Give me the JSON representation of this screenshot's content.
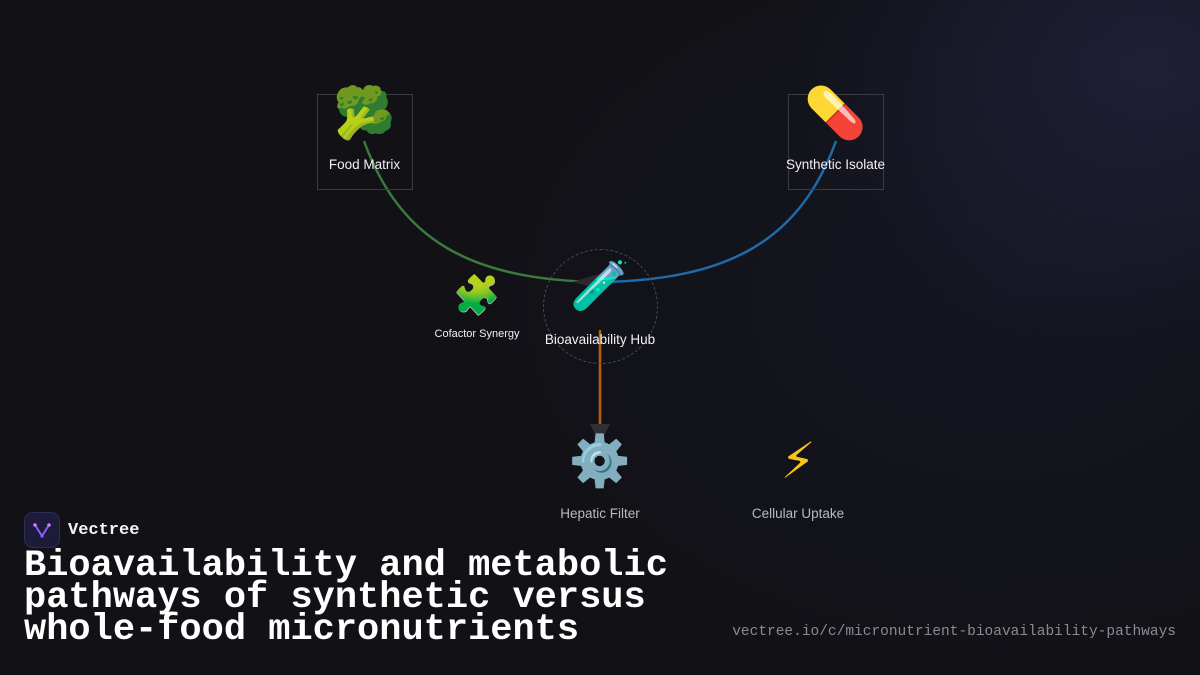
{
  "diagram": {
    "nodes": {
      "food_matrix": {
        "label": "Food Matrix",
        "icon": "broccoli-icon",
        "glyph": "🥦"
      },
      "synthetic_isolate": {
        "label": "Synthetic Isolate",
        "icon": "pill-icon",
        "glyph": "💊"
      },
      "cofactor_synergy": {
        "label": "Cofactor Synergy",
        "icon": "puzzle-piece-icon",
        "glyph": "🧩"
      },
      "bioavailability_hub": {
        "label": "Bioavailability Hub",
        "icon": "test-tube-icon",
        "glyph": "🧪"
      },
      "hepatic_filter": {
        "label": "Hepatic Filter",
        "icon": "gear-icon",
        "glyph": "⚙️"
      },
      "cellular_uptake": {
        "label": "Cellular Uptake",
        "icon": "lightning-icon",
        "glyph": "⚡"
      }
    },
    "edges": [
      {
        "from": "food_matrix",
        "to": "bioavailability_hub",
        "color": "#3a7a3c"
      },
      {
        "from": "synthetic_isolate",
        "to": "bioavailability_hub",
        "color": "#1f6aa8"
      },
      {
        "from": "bioavailability_hub",
        "to": "hepatic_filter",
        "color": "#b5620f"
      }
    ]
  },
  "brand": {
    "name": "Vectree",
    "accent": "#8b5cf6"
  },
  "title": "Bioavailability and metabolic pathways of synthetic versus whole-food micronutrients",
  "url": "vectree.io/c/micronutrient-bioavailability-pathways"
}
